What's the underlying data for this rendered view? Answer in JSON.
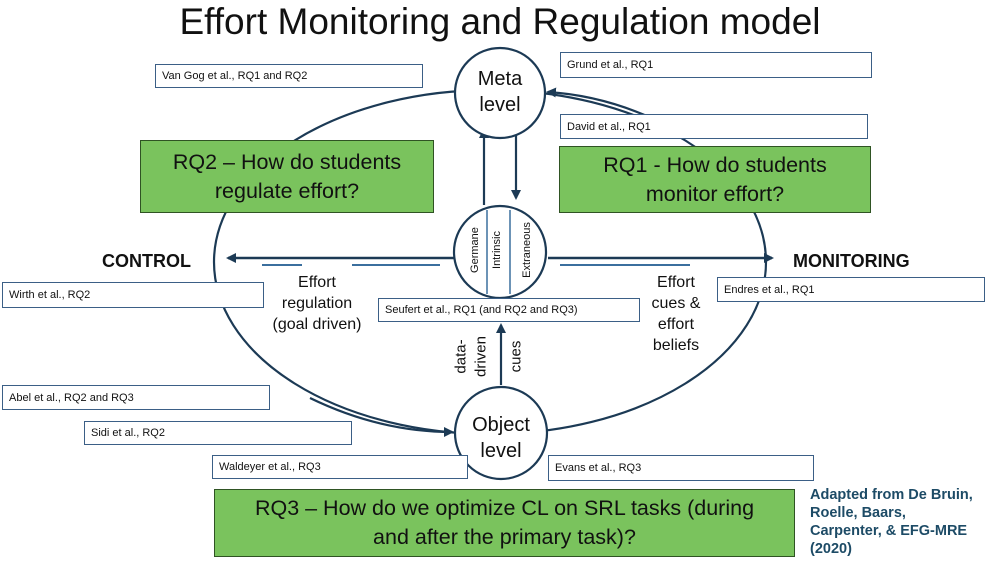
{
  "title": "Effort Monitoring and Regulation model",
  "nodes": {
    "meta": [
      "Meta",
      "level"
    ],
    "object": [
      "Object",
      "level"
    ],
    "load_types": [
      "Germane",
      "Intrinsic",
      "Extraneous"
    ]
  },
  "sides": {
    "control": "CONTROL",
    "monitoring": "MONITORING"
  },
  "labels": {
    "effort_regulation": [
      "Effort",
      "regulation",
      "(goal driven)"
    ],
    "effort_cues": [
      "Effort",
      "cues &",
      "effort",
      "beliefs"
    ],
    "data_driven": [
      "data-",
      "driven",
      "cues"
    ]
  },
  "research_questions": {
    "rq1": [
      "RQ1 - How do students",
      "monitor effort?"
    ],
    "rq2": [
      "RQ2 – How do students",
      "regulate effort?"
    ],
    "rq3": [
      "RQ3 – How do we optimize CL on SRL tasks (during",
      "and after the primary task)?"
    ]
  },
  "references": {
    "van_gog": "Van Gog et al., RQ1 and RQ2",
    "grund": "Grund et al., RQ1",
    "david": "David et al., RQ1",
    "wirth": "Wirth et al., RQ2",
    "seufert": "Seufert et al., RQ1 (and RQ2 and RQ3)",
    "endres": "Endres et al., RQ1",
    "abel": "Abel et al., RQ2 and RQ3",
    "sidi": "Sidi et al., RQ2",
    "waldeyer": "Waldeyer  et al., RQ3",
    "evans": "Evans et al., RQ3"
  },
  "attribution": [
    "Adapted from De Bruin,",
    "Roelle, Baars,",
    "Carpenter, & EFG-MRE",
    "(2020)"
  ],
  "colors": {
    "rq_fill": "#7ac35d",
    "line": "#1c3a55",
    "attribution": "#1d4b66"
  }
}
